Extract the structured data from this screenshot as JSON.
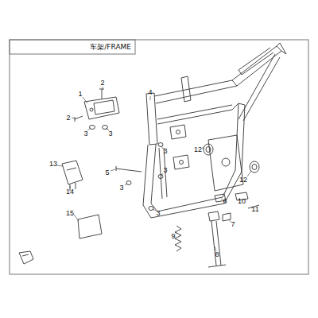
{
  "diagram": {
    "title": "车架/FRAME",
    "labels": [
      "1",
      "2",
      "2",
      "3",
      "3",
      "4",
      "3",
      "3",
      "12",
      "12",
      "5",
      "3",
      "13",
      "14",
      "3",
      "6",
      "10",
      "11",
      "7",
      "15",
      "9",
      "8"
    ]
  }
}
